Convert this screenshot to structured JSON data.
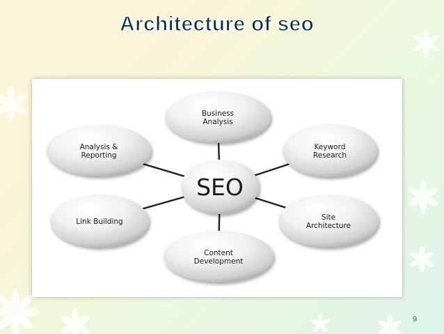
{
  "slide": {
    "title": "Architecture of seo",
    "page_number": "9"
  },
  "diagram": {
    "center": "SEO",
    "nodes": [
      [
        "Business",
        "Analysis"
      ],
      [
        "Keyword",
        "Research"
      ],
      [
        "Site",
        "Architecture"
      ],
      [
        "Content",
        "Development"
      ],
      [
        "Link Building"
      ],
      [
        "Analysis &",
        "Reporting"
      ]
    ]
  },
  "colors": {
    "title_fill": "#0e3340",
    "title_outline": "#ffffff",
    "node_text": "#1a1a1a",
    "connector": "#1f1f1f",
    "node_light": "#ffffff",
    "node_dark": "#9e9e9e",
    "background_warm": "#fbf4d6",
    "background_cool": "#dff3ec"
  }
}
